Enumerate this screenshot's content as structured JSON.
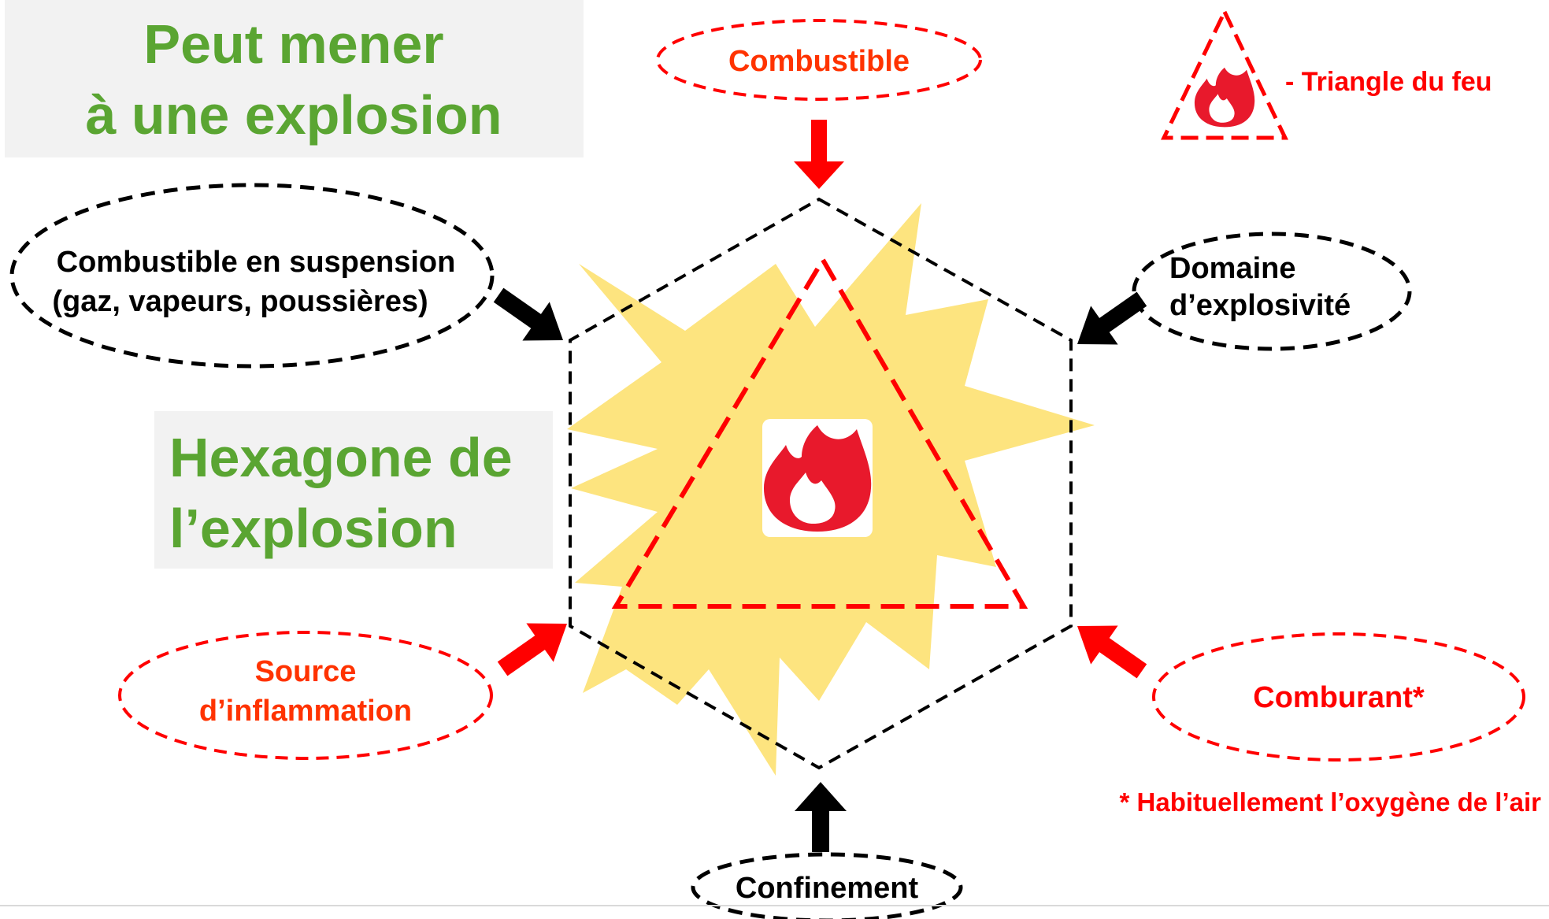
{
  "title_box": {
    "line1": "Peut mener",
    "line2": "à une explosion"
  },
  "hexagon_box": {
    "line1": "Hexagone de",
    "line2": "l’explosion"
  },
  "labels": {
    "combustible": "Combustible",
    "suspension_line1": "Combustible en suspension",
    "suspension_line2": "(gaz, vapeurs, poussières)",
    "domaine_line1": "Domaine",
    "domaine_line2": "d’explosivité",
    "source_line1": "Source",
    "source_line2": "d’inflammation",
    "comburant": "Comburant*",
    "confinement": "Confinement"
  },
  "legend": {
    "label": "- Triangle du feu"
  },
  "footnote": "* Habituellement l’oxygène de l’air",
  "colors": {
    "green_text": "#5aa532",
    "red": "#ff0000",
    "orange_red": "#ff3300",
    "black": "#000000",
    "burst_yellow": "#fde47f",
    "fire_red": "#e8192c",
    "box_gray": "#f2f2f2"
  },
  "icons": [
    "fire-icon",
    "arrow-icon"
  ]
}
